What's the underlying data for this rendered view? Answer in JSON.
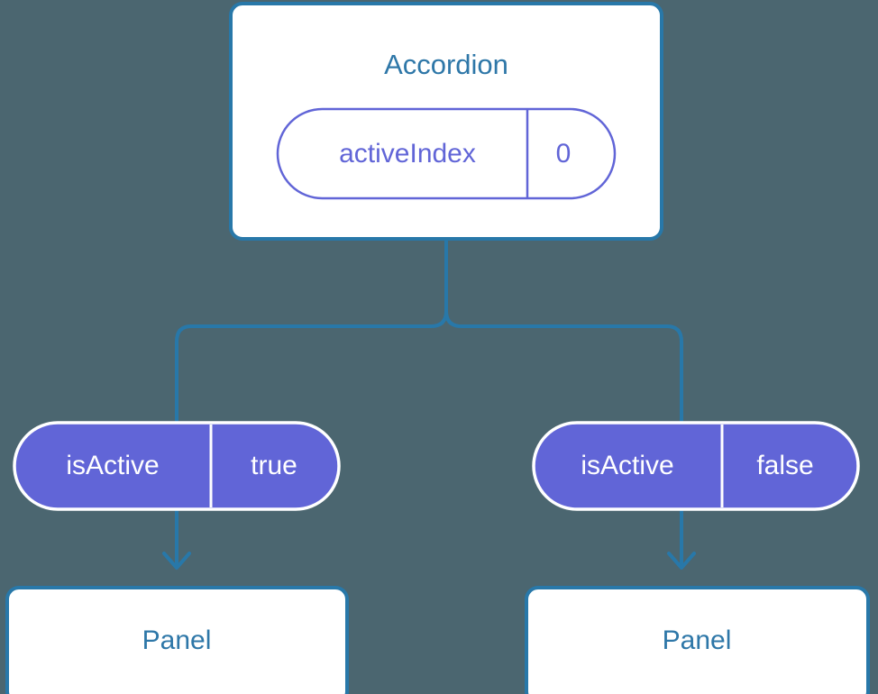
{
  "diagram": {
    "type": "component-tree",
    "title_text": "Accordion",
    "colors": {
      "background": "#4b6670",
      "accent_blue": "#2e77a8",
      "pill_indigo": "#6165d7",
      "card_fill": "#ffffff",
      "text_on_pill": "#ffffff"
    },
    "root": {
      "label": "Accordion",
      "prop": {
        "key": "activeIndex",
        "value": "0"
      }
    },
    "branches": [
      {
        "side": "left",
        "prop": {
          "key": "isActive",
          "value": "true"
        },
        "child": {
          "label": "Panel"
        }
      },
      {
        "side": "right",
        "prop": {
          "key": "isActive",
          "value": "false"
        },
        "child": {
          "label": "Panel"
        }
      }
    ]
  }
}
